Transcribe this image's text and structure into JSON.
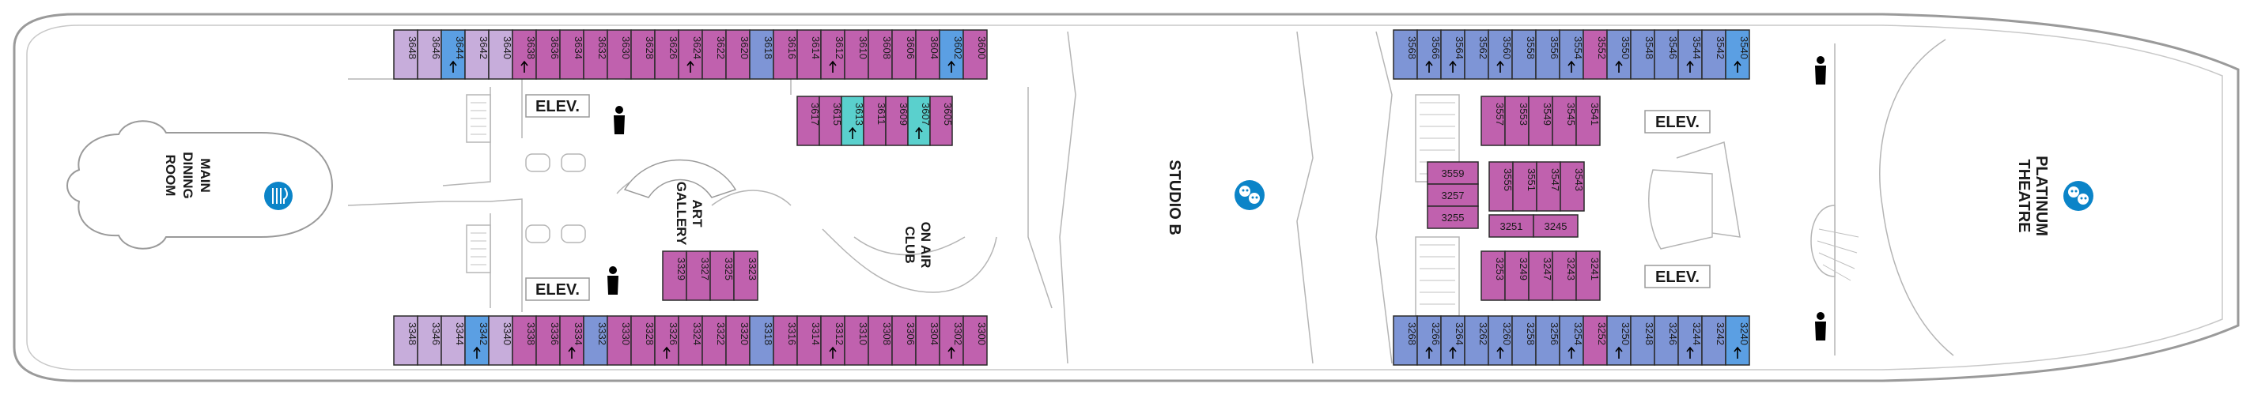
{
  "colors": {
    "balcony": "#c061ae",
    "oceanview": "#7e95d6",
    "interior": "#c7addb",
    "accessible": "#5ad0cd",
    "suite_blue": "#5b9fe3",
    "hull": "#9a9a9a",
    "bar": "#1a8fd6",
    "icon_bg": "#0b84c8"
  },
  "venues": {
    "main_dining": [
      "MAIN",
      "DINING",
      "ROOM"
    ],
    "art_gallery": [
      "ART",
      "GALLERY"
    ],
    "on_air_club": [
      "ON AIR",
      "CLUB"
    ],
    "studio_b": "STUDIO B",
    "platinum_theatre": [
      "PLATINUM",
      "THEATRE"
    ],
    "elevator": "ELEV."
  },
  "icons": {
    "dining": "fork-knife-icon",
    "masks": "theatre-masks-icon",
    "restroom": "restroom-person-icon",
    "accessible": "accessible-arrow-icon"
  },
  "cabins": {
    "top_fwd_row": [
      {
        "n": "3648",
        "c": "interior"
      },
      {
        "n": "3646",
        "c": "interior"
      },
      {
        "n": "3644",
        "c": "suite_blue",
        "a": true
      },
      {
        "n": "3642",
        "c": "interior"
      },
      {
        "n": "3640",
        "c": "interior"
      },
      {
        "n": "3638",
        "c": "balcony",
        "a": true
      },
      {
        "n": "3636",
        "c": "balcony"
      },
      {
        "n": "3634",
        "c": "balcony"
      },
      {
        "n": "3632",
        "c": "balcony"
      },
      {
        "n": "3630",
        "c": "balcony"
      },
      {
        "n": "3628",
        "c": "balcony"
      },
      {
        "n": "3626",
        "c": "balcony"
      },
      {
        "n": "3624",
        "c": "balcony",
        "a": true
      },
      {
        "n": "3622",
        "c": "balcony"
      },
      {
        "n": "3620",
        "c": "balcony"
      },
      {
        "n": "3618",
        "c": "oceanview"
      },
      {
        "n": "3616",
        "c": "balcony"
      },
      {
        "n": "3614",
        "c": "balcony"
      },
      {
        "n": "3612",
        "c": "balcony",
        "a": true
      },
      {
        "n": "3610",
        "c": "balcony"
      },
      {
        "n": "3608",
        "c": "balcony"
      },
      {
        "n": "3606",
        "c": "balcony"
      },
      {
        "n": "3604",
        "c": "balcony"
      },
      {
        "n": "3602",
        "c": "suite_blue",
        "a": true
      },
      {
        "n": "3600",
        "c": "balcony"
      }
    ],
    "top_mid_row": [
      {
        "n": "3617",
        "c": "balcony"
      },
      {
        "n": "3615",
        "c": "balcony"
      },
      {
        "n": "3613",
        "c": "accessible",
        "a": true
      },
      {
        "n": "3611",
        "c": "balcony"
      },
      {
        "n": "3609",
        "c": "balcony"
      },
      {
        "n": "3607",
        "c": "accessible",
        "a": true
      },
      {
        "n": "3605",
        "c": "balcony"
      }
    ],
    "bot_fwd_row": [
      {
        "n": "3348",
        "c": "interior"
      },
      {
        "n": "3346",
        "c": "interior"
      },
      {
        "n": "3344",
        "c": "interior"
      },
      {
        "n": "3342",
        "c": "suite_blue",
        "a": true
      },
      {
        "n": "3340",
        "c": "interior"
      },
      {
        "n": "3338",
        "c": "balcony"
      },
      {
        "n": "3336",
        "c": "balcony"
      },
      {
        "n": "3334",
        "c": "balcony",
        "a": true
      },
      {
        "n": "3332",
        "c": "oceanview"
      },
      {
        "n": "3330",
        "c": "balcony"
      },
      {
        "n": "3328",
        "c": "balcony"
      },
      {
        "n": "3326",
        "c": "balcony",
        "a": true
      },
      {
        "n": "3324",
        "c": "balcony"
      },
      {
        "n": "3322",
        "c": "balcony"
      },
      {
        "n": "3320",
        "c": "balcony"
      },
      {
        "n": "3318",
        "c": "oceanview"
      },
      {
        "n": "3316",
        "c": "balcony"
      },
      {
        "n": "3314",
        "c": "balcony"
      },
      {
        "n": "3312",
        "c": "balcony",
        "a": true
      },
      {
        "n": "3310",
        "c": "balcony"
      },
      {
        "n": "3308",
        "c": "balcony"
      },
      {
        "n": "3306",
        "c": "balcony"
      },
      {
        "n": "3304",
        "c": "balcony"
      },
      {
        "n": "3302",
        "c": "balcony",
        "a": true
      },
      {
        "n": "3300",
        "c": "balcony"
      }
    ],
    "bot_mid_row": [
      {
        "n": "3329",
        "c": "balcony"
      },
      {
        "n": "3327",
        "c": "balcony"
      },
      {
        "n": "3325",
        "c": "balcony"
      },
      {
        "n": "3323",
        "c": "balcony"
      }
    ],
    "top_aft_row": [
      {
        "n": "3568",
        "c": "oceanview"
      },
      {
        "n": "3566",
        "c": "oceanview",
        "a": true
      },
      {
        "n": "3564",
        "c": "oceanview",
        "a": true
      },
      {
        "n": "3562",
        "c": "oceanview"
      },
      {
        "n": "3560",
        "c": "oceanview",
        "a": true
      },
      {
        "n": "3558",
        "c": "oceanview"
      },
      {
        "n": "3556",
        "c": "oceanview"
      },
      {
        "n": "3554",
        "c": "oceanview",
        "a": true
      },
      {
        "n": "3552",
        "c": "balcony"
      },
      {
        "n": "3550",
        "c": "oceanview",
        "a": true
      },
      {
        "n": "3548",
        "c": "oceanview"
      },
      {
        "n": "3546",
        "c": "oceanview"
      },
      {
        "n": "3544",
        "c": "oceanview",
        "a": true
      },
      {
        "n": "3542",
        "c": "oceanview"
      },
      {
        "n": "3540",
        "c": "suite_blue",
        "a": true
      }
    ],
    "bot_aft_row": [
      {
        "n": "3268",
        "c": "oceanview"
      },
      {
        "n": "3266",
        "c": "oceanview",
        "a": true
      },
      {
        "n": "3264",
        "c": "oceanview",
        "a": true
      },
      {
        "n": "3262",
        "c": "oceanview"
      },
      {
        "n": "3260",
        "c": "oceanview",
        "a": true
      },
      {
        "n": "3258",
        "c": "oceanview"
      },
      {
        "n": "3256",
        "c": "oceanview"
      },
      {
        "n": "3254",
        "c": "oceanview",
        "a": true
      },
      {
        "n": "3252",
        "c": "balcony"
      },
      {
        "n": "3250",
        "c": "oceanview",
        "a": true
      },
      {
        "n": "3248",
        "c": "oceanview"
      },
      {
        "n": "3246",
        "c": "oceanview"
      },
      {
        "n": "3244",
        "c": "oceanview",
        "a": true
      },
      {
        "n": "3242",
        "c": "oceanview"
      },
      {
        "n": "3240",
        "c": "suite_blue",
        "a": true
      }
    ],
    "inner_top_block": [
      {
        "n": "3557",
        "c": "balcony"
      },
      {
        "n": "3553",
        "c": "balcony"
      },
      {
        "n": "3549",
        "c": "balcony"
      },
      {
        "n": "3545",
        "c": "balcony"
      },
      {
        "n": "3541",
        "c": "balcony"
      }
    ],
    "inner_bot_block": [
      {
        "n": "3253",
        "c": "balcony"
      },
      {
        "n": "3249",
        "c": "balcony"
      },
      {
        "n": "3247",
        "c": "balcony"
      },
      {
        "n": "3243",
        "c": "balcony"
      },
      {
        "n": "3241",
        "c": "balcony"
      }
    ],
    "center_stack": [
      {
        "n": "3559",
        "c": "balcony"
      },
      {
        "n": "3257",
        "c": "balcony"
      },
      {
        "n": "3255",
        "c": "balcony"
      }
    ],
    "center_vert": [
      {
        "n": "3555",
        "c": "balcony"
      },
      {
        "n": "3551",
        "c": "balcony"
      },
      {
        "n": "3547",
        "c": "balcony"
      },
      {
        "n": "3543",
        "c": "balcony"
      }
    ],
    "center_horiz": [
      {
        "n": "3251",
        "c": "balcony"
      },
      {
        "n": "3245",
        "c": "balcony"
      }
    ]
  }
}
